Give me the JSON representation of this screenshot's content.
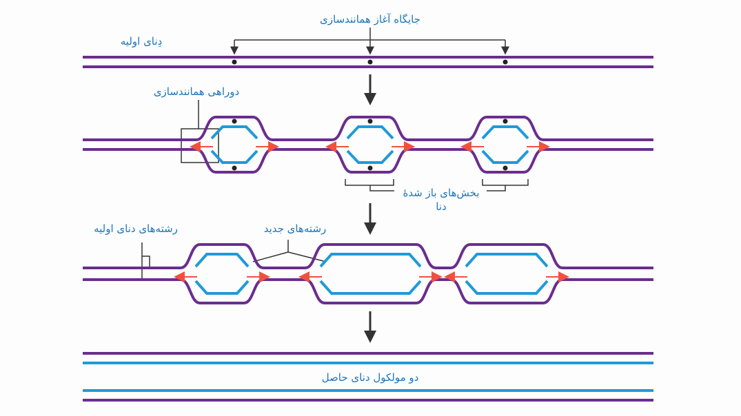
{
  "labels": {
    "origin_sites": "جایگاه آغاز همانندسازی",
    "parent_dna": "دِنای اولیه",
    "replication_fork": "دوراهی همانندسازی",
    "opened_sections_line1": "بخش‌های باز شدهٔ",
    "opened_sections_line2": "دنا",
    "parent_strands": "رشته‌های دنای اولیه",
    "new_strands": "رشته‌های جدید",
    "two_molecules": "دو مولکول دنای حاصل"
  },
  "colors": {
    "parent_strand": "#6a2d8f",
    "new_strand": "#1f9ad8",
    "fork_arrow": "#f0513f",
    "label": "#1b75bb"
  }
}
